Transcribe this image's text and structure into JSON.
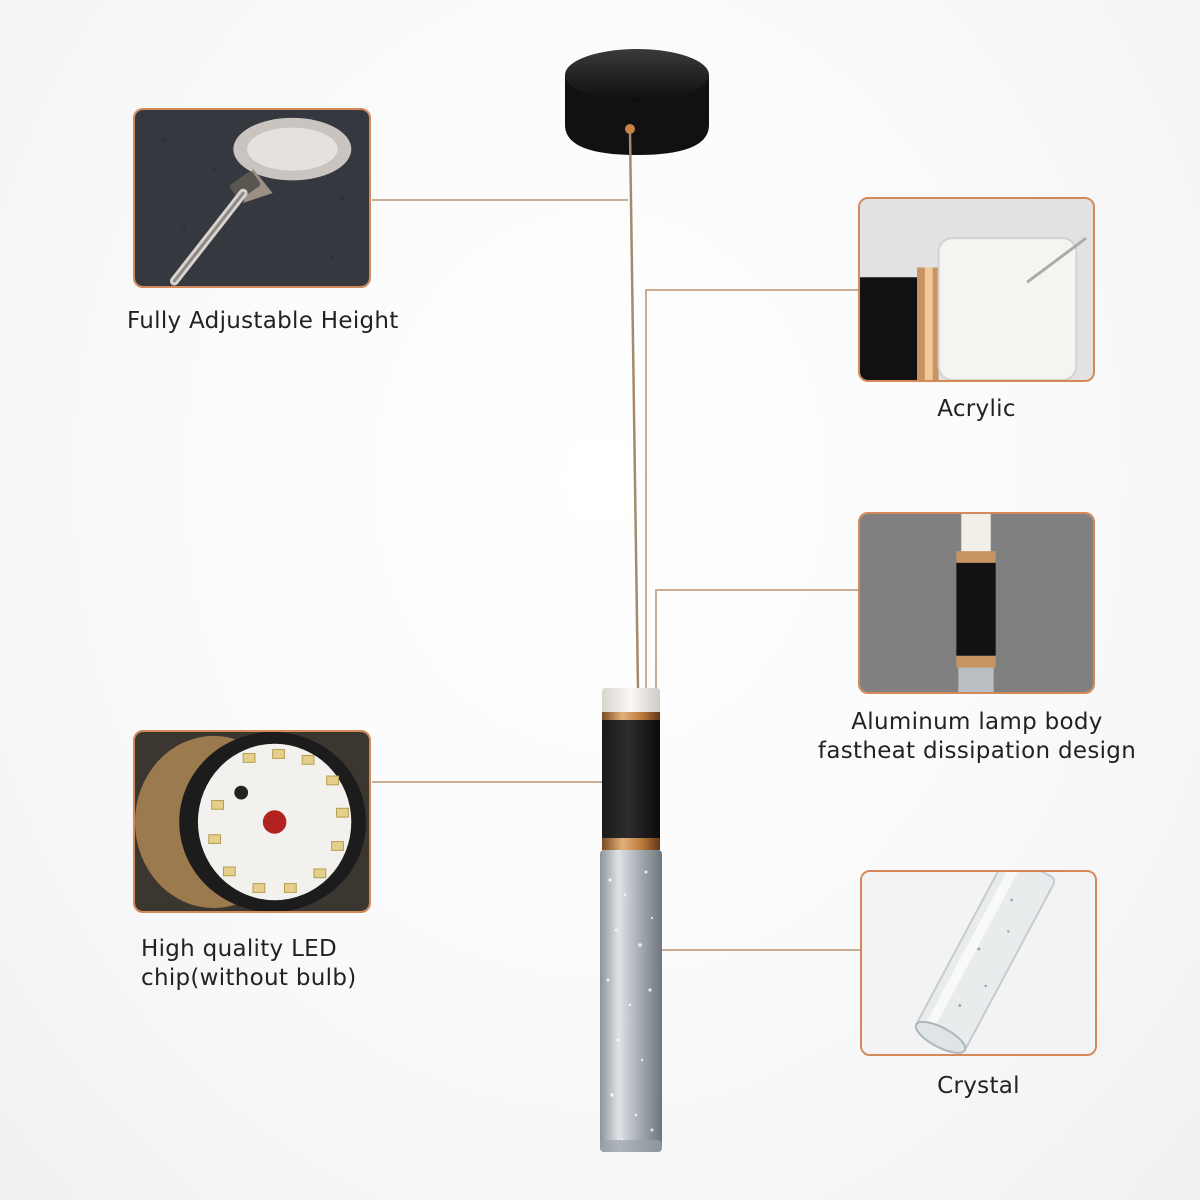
{
  "features": [
    {
      "id": "height",
      "caption": "Fully Adjustable Height",
      "icon": "ceiling-mount-closeup-icon"
    },
    {
      "id": "acrylic",
      "caption": "Acrylic",
      "icon": "acrylic-shade-closeup-icon"
    },
    {
      "id": "aluminum",
      "caption_line1": "Aluminum lamp body",
      "caption_line2": "fastheat dissipation design",
      "icon": "aluminum-body-closeup-icon"
    },
    {
      "id": "led",
      "caption_line1": "High quality LED",
      "caption_line2": "chip(without bulb)",
      "icon": "led-chip-closeup-icon"
    },
    {
      "id": "crystal",
      "caption": "Crystal",
      "icon": "crystal-tube-closeup-icon"
    }
  ],
  "colors": {
    "accent_border": "#d4895a",
    "leader_line": "#c9ac92",
    "lamp_black": "#141414",
    "brass": "#b8773a"
  }
}
